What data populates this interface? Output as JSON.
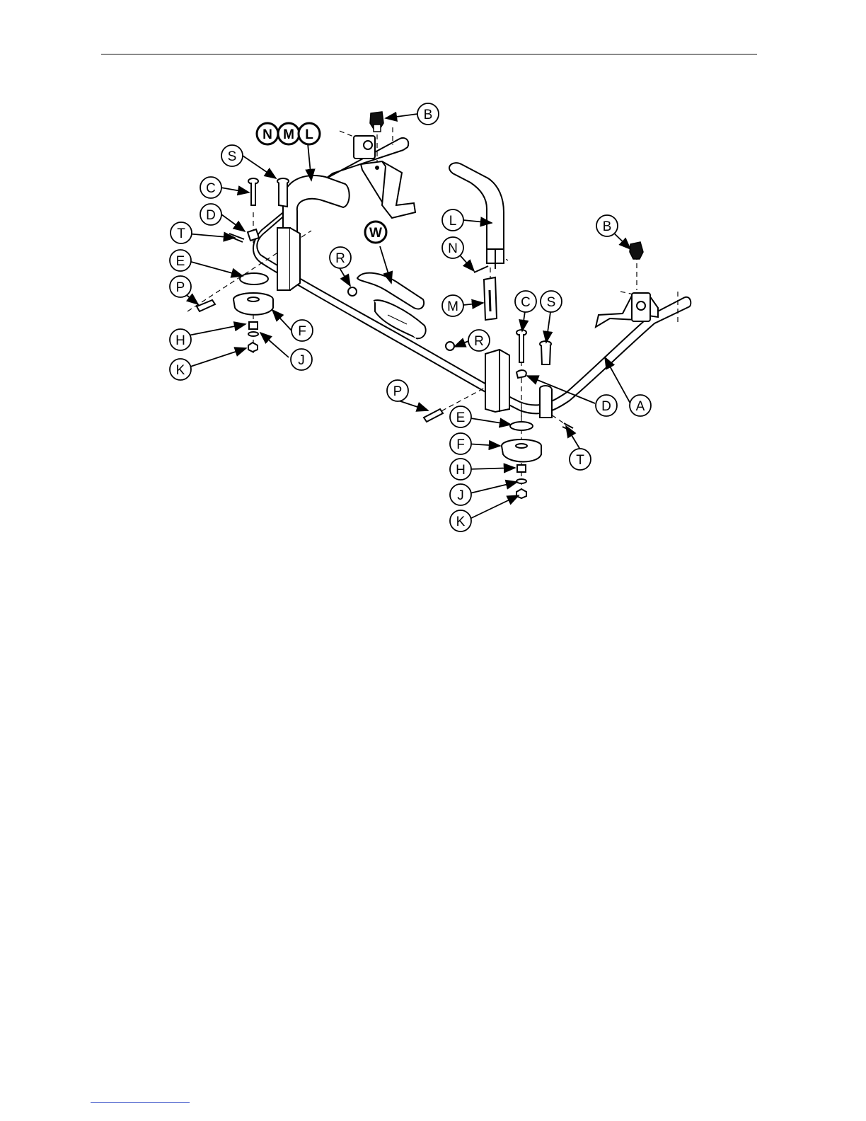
{
  "colors": {
    "ink": "#000000",
    "paper": "#ffffff",
    "link": "#3a52c8"
  },
  "callouts": [
    {
      "id": "b-top",
      "letter": "B"
    },
    {
      "id": "n-top",
      "letter": "N"
    },
    {
      "id": "m-top",
      "letter": "M"
    },
    {
      "id": "l-top",
      "letter": "L"
    },
    {
      "id": "s-left",
      "letter": "S"
    },
    {
      "id": "c-left",
      "letter": "C"
    },
    {
      "id": "d-left",
      "letter": "D"
    },
    {
      "id": "t-left",
      "letter": "T"
    },
    {
      "id": "e-left",
      "letter": "E"
    },
    {
      "id": "p-left",
      "letter": "P"
    },
    {
      "id": "h-left",
      "letter": "H"
    },
    {
      "id": "f-left",
      "letter": "F"
    },
    {
      "id": "k-left",
      "letter": "K"
    },
    {
      "id": "j-left",
      "letter": "J"
    },
    {
      "id": "w-mid",
      "letter": "W"
    },
    {
      "id": "r-left",
      "letter": "R"
    },
    {
      "id": "r-right",
      "letter": "R"
    },
    {
      "id": "l-mid",
      "letter": "L"
    },
    {
      "id": "n-mid",
      "letter": "N"
    },
    {
      "id": "m-mid",
      "letter": "M"
    },
    {
      "id": "c-right",
      "letter": "C"
    },
    {
      "id": "s-right",
      "letter": "S"
    },
    {
      "id": "b-right",
      "letter": "B"
    },
    {
      "id": "p-right",
      "letter": "P"
    },
    {
      "id": "e-right",
      "letter": "E"
    },
    {
      "id": "d-right",
      "letter": "D"
    },
    {
      "id": "a-right",
      "letter": "A"
    },
    {
      "id": "f-right",
      "letter": "F"
    },
    {
      "id": "t-right",
      "letter": "T"
    },
    {
      "id": "h-right",
      "letter": "H"
    },
    {
      "id": "j-right",
      "letter": "J"
    },
    {
      "id": "k-right",
      "letter": "K"
    }
  ]
}
